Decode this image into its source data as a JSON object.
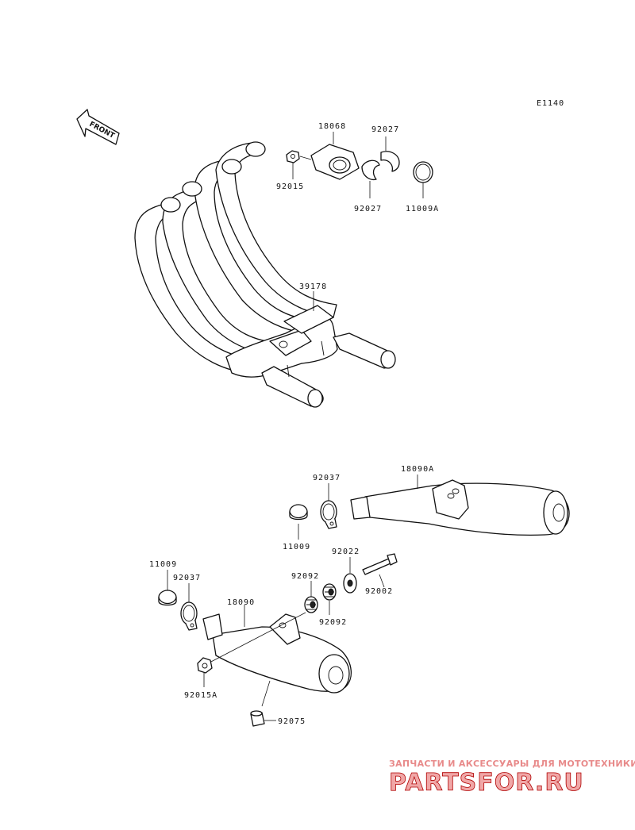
{
  "diagram_code": "E1140",
  "front_label": "FRONT",
  "watermark": {
    "tagline": "ЗАПЧАСТИ И АКСЕССУАРЫ ДЛЯ МОТОТЕХНИКИ",
    "logo": "PARTSFOR.RU"
  },
  "labels": {
    "p18068": "18068",
    "p92027_top": "92027",
    "p92015": "92015",
    "p92027_bot": "92027",
    "p11009A": "11009A",
    "p39178": "39178",
    "p92037_a": "92037",
    "p18090A": "18090A",
    "p11009_a": "11009",
    "p92022": "92022",
    "p11009_b": "11009",
    "p92037_b": "92037",
    "p92092_a": "92092",
    "p92002": "92002",
    "p18090": "18090",
    "p92092_b": "92092",
    "p92015A": "92015A",
    "p92075": "92075"
  },
  "colors": {
    "line": "#111111",
    "watermark_text": "#e88a8a",
    "watermark_logo": "#f0a7a7"
  }
}
